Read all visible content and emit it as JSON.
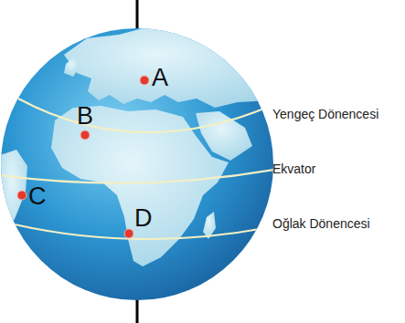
{
  "diagram": {
    "labels": [
      "A",
      "B",
      "C",
      "D",
      "Yengeç Dönencesi",
      "Ekvator",
      "Oğlak Dönencesi"
    ]
  }
}
